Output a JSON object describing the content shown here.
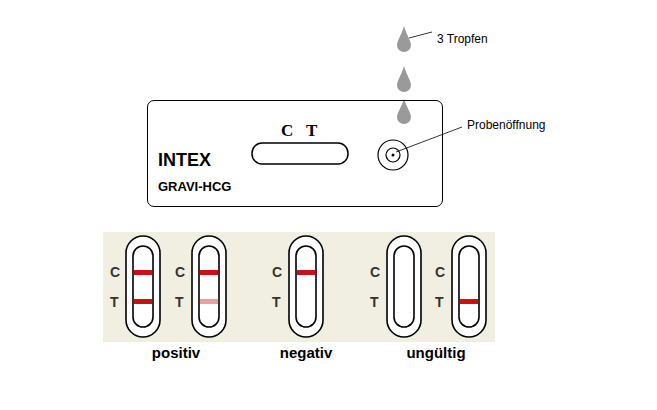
{
  "diagram": {
    "nodes": [
      {
        "text": [
          "C",
          "T",
          "INTEX",
          "GRAVI-HCG"
        ]
      }
    ],
    "labels": [
      "3 Tropfen",
      "Probenöffnung",
      "C",
      "T",
      "C",
      "T",
      "C",
      "T",
      "C",
      "T",
      "C",
      "T",
      "positiv",
      "negativ",
      "ungültig"
    ]
  }
}
